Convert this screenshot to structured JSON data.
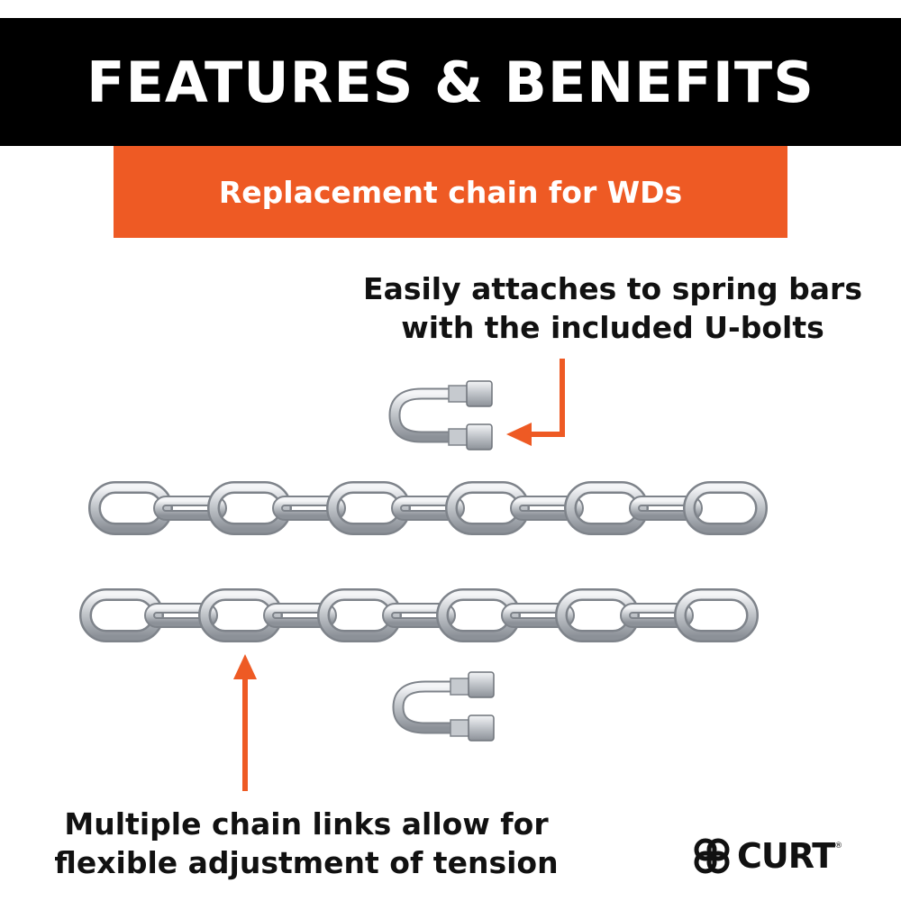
{
  "header": {
    "title": "FEATURES & BENEFITS"
  },
  "subtitle": {
    "text": "Replacement chain for WDs"
  },
  "callouts": {
    "top": {
      "line1": "Easily attaches to spring bars",
      "line2": "with the included U-bolts"
    },
    "bottom": {
      "line1": "Multiple chain links allow for",
      "line2": "flexible adjustment of tension"
    }
  },
  "brand": {
    "name": "CURT",
    "mark": "®"
  },
  "colors": {
    "header_bg": "#000000",
    "accent": "#ee5a24",
    "metal": "#c9ccd0",
    "text": "#111111"
  },
  "icons": {
    "arrow": "orange-callout-arrow",
    "logo": "curt-hitch-logo-icon"
  }
}
